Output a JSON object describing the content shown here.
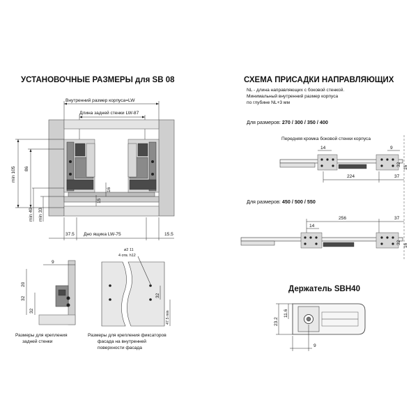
{
  "left_title": "УСТАНОВОЧНЫЕ РАЗМЕРЫ для SB 08",
  "right_title": "СХЕМА ПРИСАДКИ НАПРАВЛЯЮЩИХ",
  "right_notes": [
    "NL - длина направляющих с боковой стенкой.",
    "Минимальный внутренний размер корпуса",
    "по глубине NL+3 мм"
  ],
  "install": {
    "inner_size": "Внутренний размер корпуса=LW",
    "back_wall": "Длина задней стенки  LW-87",
    "drawer_bottom": "Дно ящика  LW-75",
    "min105": "min 105",
    "d86": "86",
    "min49": "min 49",
    "min33": "min 33",
    "d16": "16",
    "d15": "15",
    "d37_5": "37.5",
    "d15_5": "15.5"
  },
  "mount_back": {
    "d9": "9",
    "d20": "20",
    "d32a": "32",
    "d32b": "32",
    "caption": [
      "Размеры  для крепления",
      "задней стенки"
    ]
  },
  "mount_front": {
    "hole_dia": "ø2",
    "hole_depth": "11",
    "holes_note": "4 отв. h12",
    "d32": "32",
    "d47_5": "47.5 min",
    "caption": [
      "Размеры  для крепления фиксаторов",
      "фасада на внутренней",
      "поверхности фасада"
    ]
  },
  "scheme1": {
    "label_prefix": "Для размеров: ",
    "label_sizes": "270 / 300 / 350 / 400",
    "edge_note": "Передняя кромка боковой стенки корпуса",
    "d14": "14",
    "d9": "9",
    "d32": "32",
    "d16": "16",
    "d224": "224",
    "d37": "37"
  },
  "scheme2": {
    "label_prefix": "Для размеров: ",
    "label_sizes": "450 / 500 / 550",
    "d14": "14",
    "d256": "256",
    "d37": "37",
    "d32": "32",
    "d16": "16"
  },
  "holder": {
    "title": "Держатель SBH40",
    "d23_2": "23.2",
    "d11_6": "11.6",
    "d9": "9"
  }
}
